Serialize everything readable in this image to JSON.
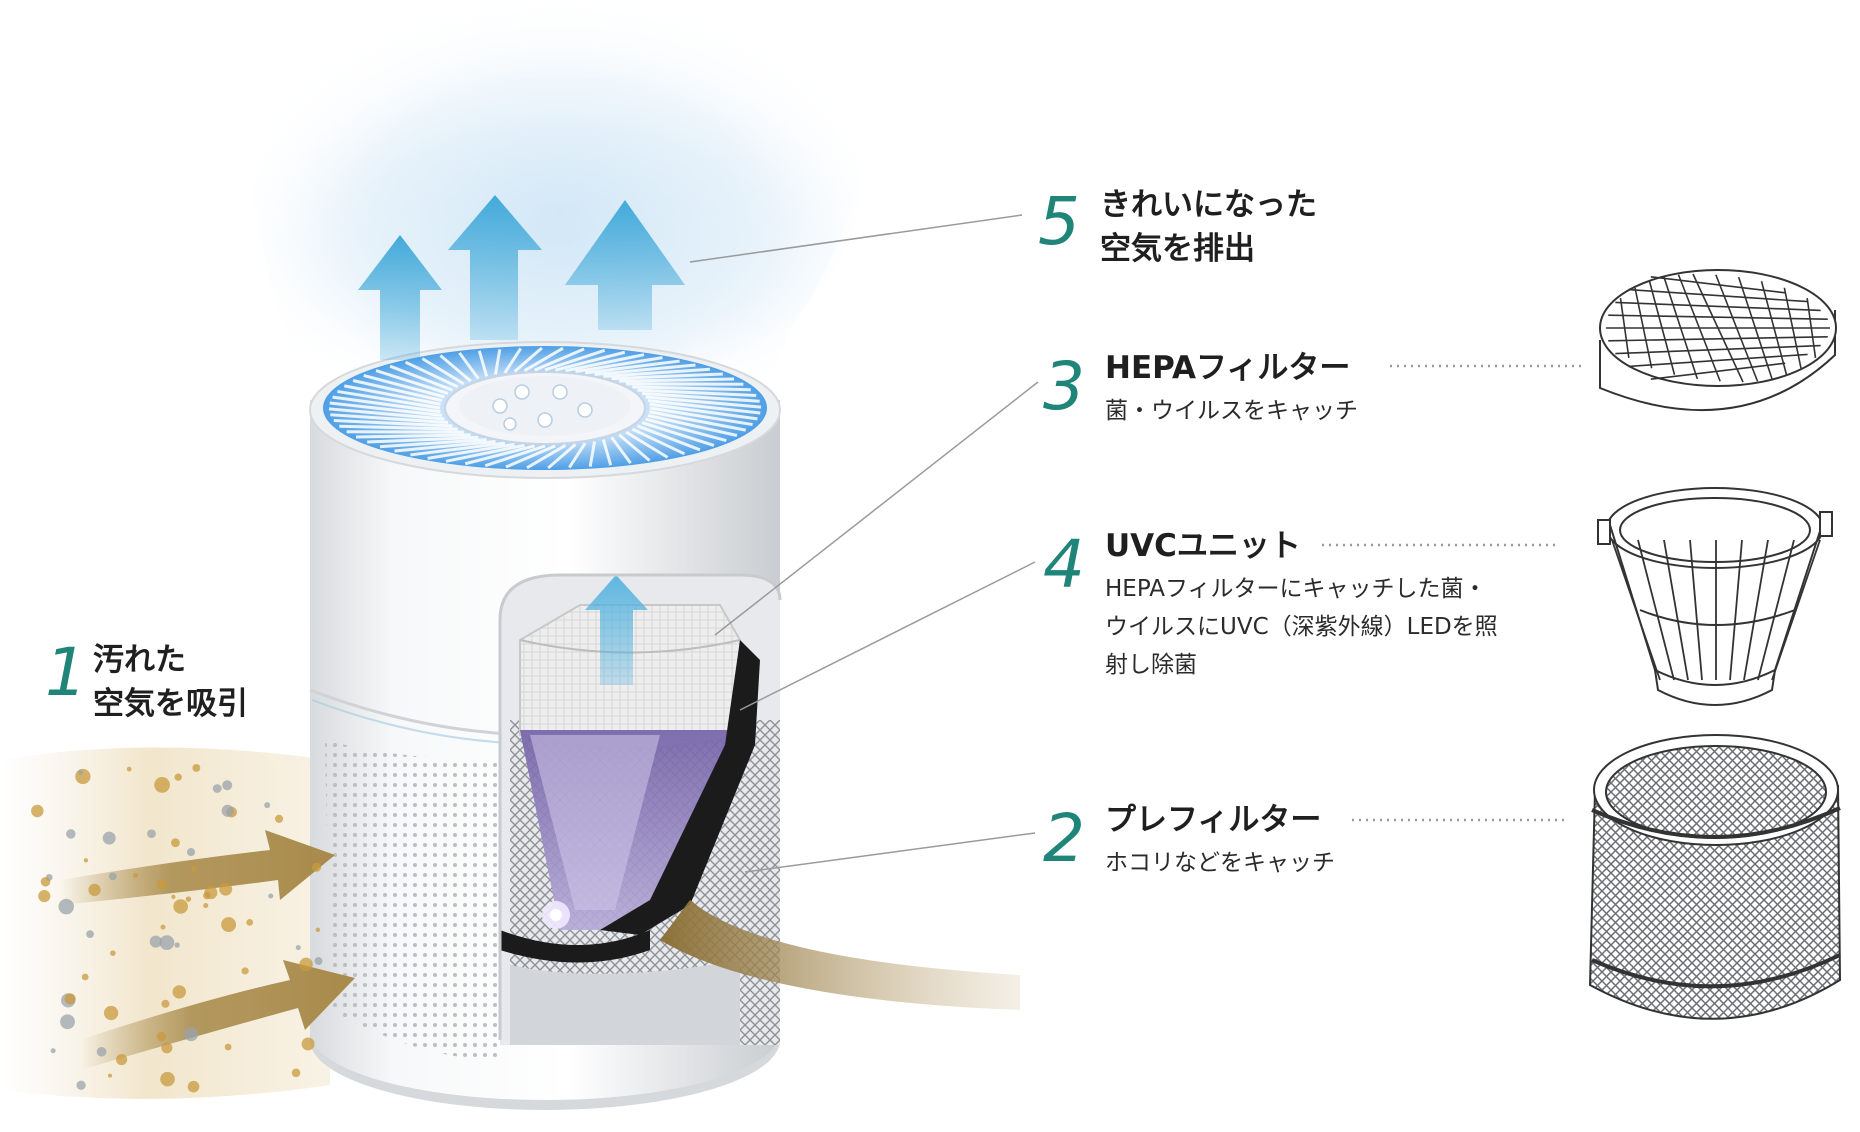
{
  "steps": [
    {
      "number": "1",
      "title_lines": [
        "汚れた",
        "空気を吸引"
      ]
    },
    {
      "number": "5",
      "title_lines": [
        "きれいになった",
        "空気を排出"
      ]
    },
    {
      "number": "3",
      "title": "HEPAフィルター",
      "desc_lines": [
        "菌・ウイルスをキャッチ"
      ]
    },
    {
      "number": "4",
      "title": "UVCユニット",
      "desc_lines": [
        "HEPAフィルターにキャッチした菌・",
        "ウイルスにUVC（深紫外線）LEDを照",
        "射し除菌"
      ]
    },
    {
      "number": "2",
      "title": "プレフィルター",
      "desc_lines": [
        "ホコリなどをキャッチ"
      ]
    }
  ],
  "colors": {
    "step_number": "#1e8578",
    "clean_air_arrow": "#3aa6d8",
    "dirty_air_arrow": "#a88a4a",
    "uvc_glow": "#8e7bc0",
    "leader_line": "#9a9a9a",
    "fan_glow": "#5aa8ea"
  },
  "components": [
    {
      "name": "hepa-filter-illustration"
    },
    {
      "name": "uvc-unit-illustration"
    },
    {
      "name": "prefilter-illustration"
    }
  ]
}
